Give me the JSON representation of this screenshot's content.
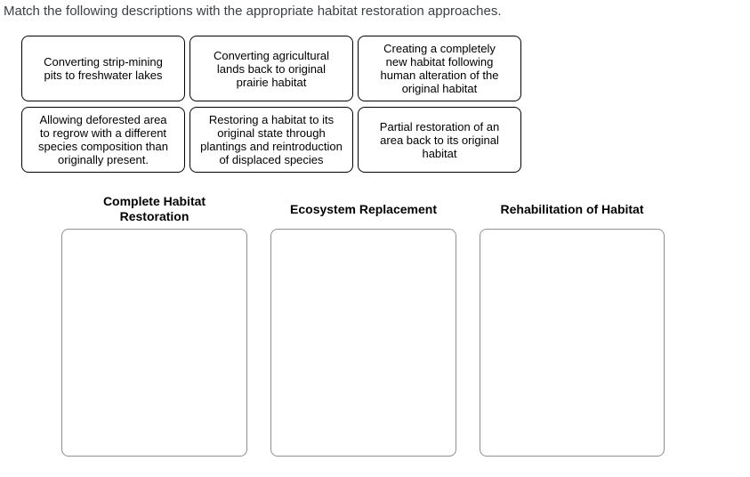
{
  "instructions": "Match the following descriptions with the appropriate habitat restoration approaches.",
  "cards": [
    {
      "label": "Converting strip-mining\npits to freshwater lakes"
    },
    {
      "label": "Converting agricultural\nlands back to original\nprairie habitat"
    },
    {
      "label": "Creating a completely\nnew habitat following\nhuman alteration of the\noriginal habitat"
    },
    {
      "label": "Allowing deforested area\nto regrow with a different\nspecies composition than\noriginally present."
    },
    {
      "label": "Restoring a habitat to its\noriginal state through\nplantings and reintroduction\nof displaced species"
    },
    {
      "label": "Partial restoration of an\narea back to its original\nhabitat"
    }
  ],
  "categories": [
    {
      "label": "Complete Habitat\nRestoration"
    },
    {
      "label": "Ecosystem Replacement"
    },
    {
      "label": "Rehabilitation of Habitat"
    }
  ],
  "colors": {
    "card_border": "#000000",
    "dropzone_border": "#8f8f8f",
    "instructions_text": "#3c4043",
    "card_text": "#000000"
  }
}
